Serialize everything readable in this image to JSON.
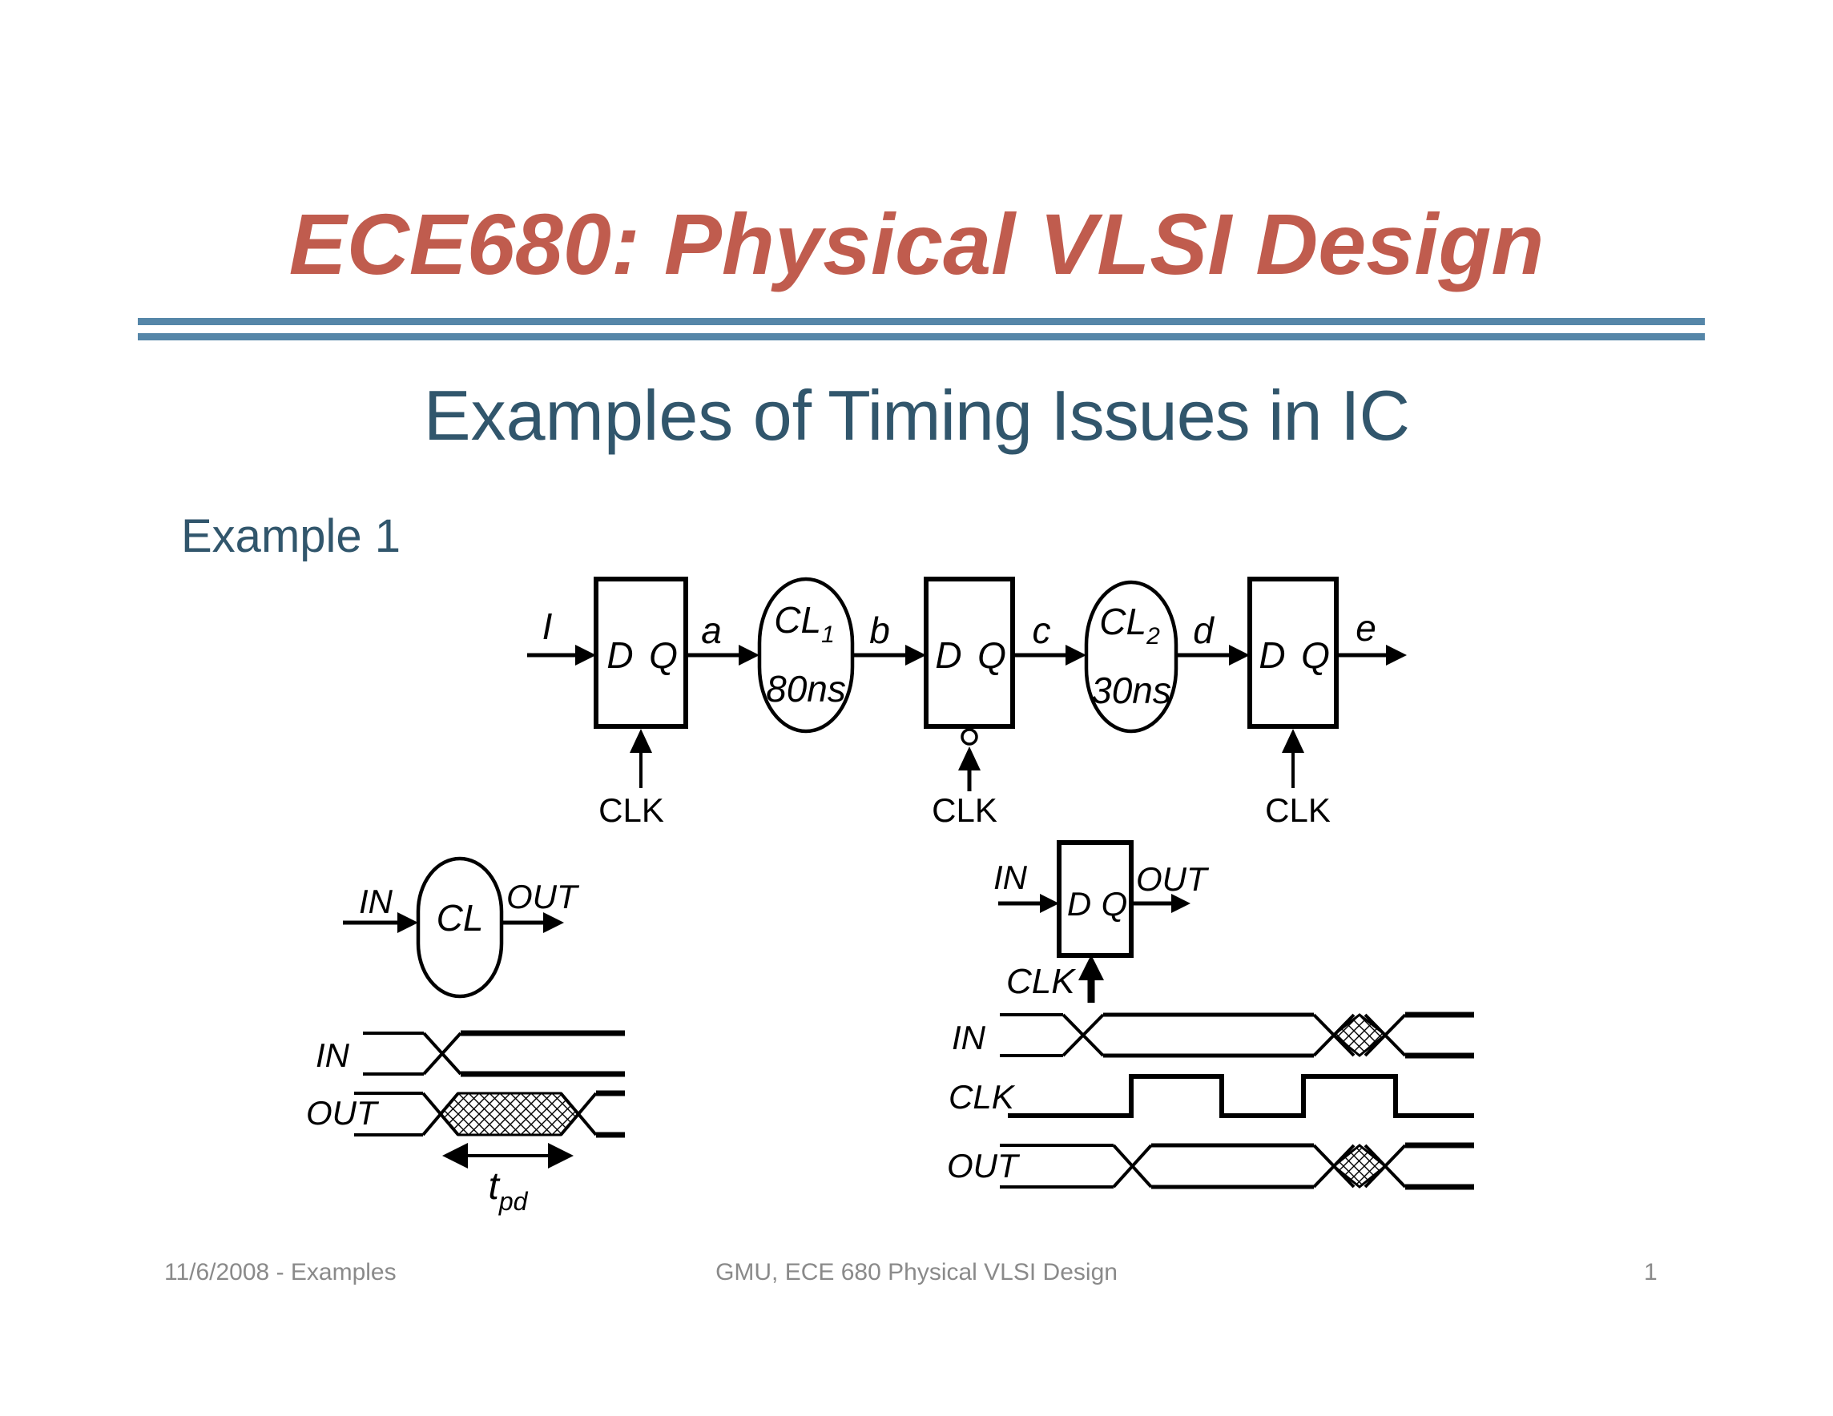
{
  "slide": {
    "title": "ECE680: Physical VLSI Design",
    "subtitle": {
      "part1": "Examples of",
      "part2": "Timing Issues in IC"
    },
    "example_label": "Example 1"
  },
  "pipeline": {
    "input_label": "I",
    "wire_labels": [
      "a",
      "b",
      "c",
      "d",
      "e"
    ],
    "ff_d": "D",
    "ff_q": "Q",
    "clk": "CLK",
    "cl1": {
      "name": "CL",
      "sub": "1",
      "delay": "80ns"
    },
    "cl2": {
      "name": "CL",
      "sub": "2",
      "delay": "30ns"
    }
  },
  "cl_block": {
    "in": "IN",
    "label": "CL",
    "out": "OUT"
  },
  "cl_timing": {
    "in": "IN",
    "out": "OUT",
    "tpd": {
      "base": "t",
      "sub": "pd"
    }
  },
  "ff_block": {
    "in": "IN",
    "d": "D",
    "q": "Q",
    "out": "OUT",
    "clk": "CLK"
  },
  "ff_timing": {
    "in": "IN",
    "clk": "CLK",
    "out": "OUT"
  },
  "footer": {
    "date": "11/6/2008 - Examples",
    "center": "GMU, ECE 680 Physical VLSI Design",
    "page": "1"
  },
  "colors": {
    "title": "#c05c4e",
    "heading": "#31566c",
    "rule": "#5586a8",
    "footer_text": "#8a8a8a",
    "ink": "#000000"
  }
}
